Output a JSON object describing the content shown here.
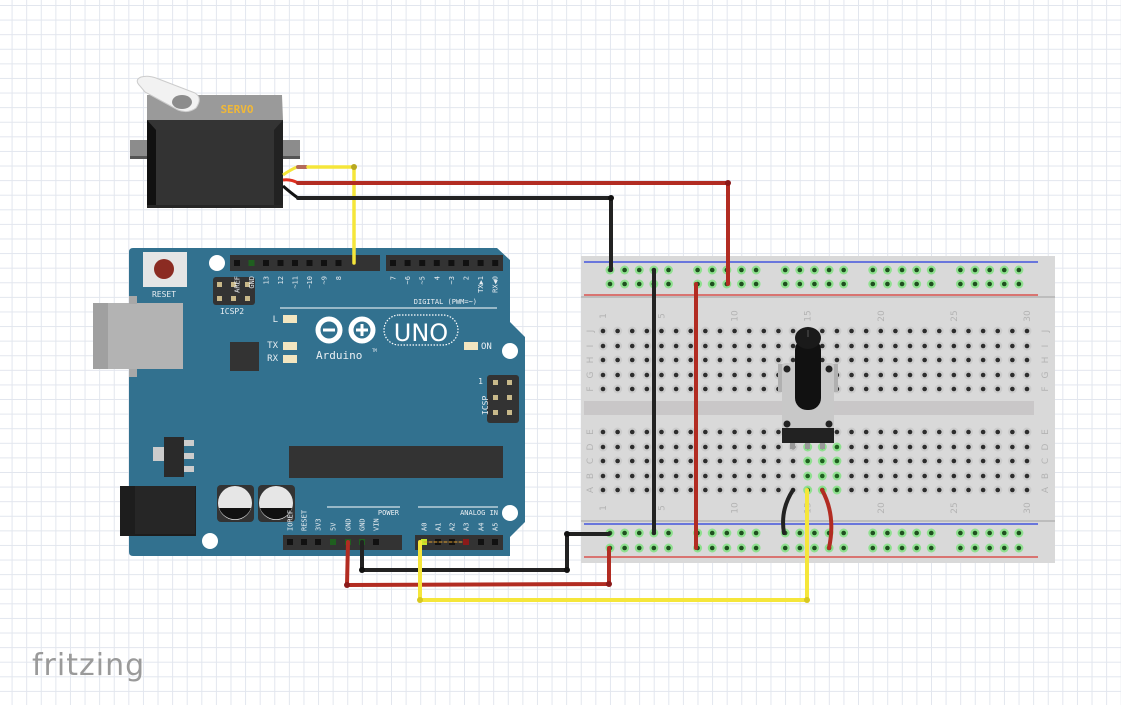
{
  "app": {
    "brand": "fritzing"
  },
  "servo": {
    "label": "SERVO",
    "label_color": "#f0b838",
    "body_color": "#333333"
  },
  "arduino": {
    "board_color": "#32718f",
    "reset_label": "RESET",
    "icsp2_label": "ICSP2",
    "icsp_label": "ICSP",
    "icsp_pin1": "1",
    "logo_text": "Arduino",
    "model": "UNO",
    "tm": "TM",
    "led_labels": {
      "l": "L",
      "tx": "TX",
      "rx": "RX",
      "on": "ON"
    },
    "digital_title": "DIGITAL (PWM=~)",
    "digital_pins": [
      "AREF",
      "GND",
      "13",
      "12",
      "~11",
      "~10",
      "~9",
      "8",
      "7",
      "~6",
      "~5",
      "4",
      "~3",
      "2",
      "TX▶1",
      "RX◀0"
    ],
    "power_title": "POWER",
    "power_pins": [
      "IOREF",
      "RESET",
      "3V3",
      "5V",
      "GND",
      "GND",
      "VIN"
    ],
    "analog_title": "ANALOG IN",
    "analog_pins": [
      "A0",
      "A1",
      "A2",
      "A3",
      "A4",
      "A5"
    ]
  },
  "breadboard": {
    "columns": 30,
    "column_labels": [
      "1",
      "5",
      "10",
      "15",
      "20",
      "25",
      "30"
    ],
    "top_rows": [
      "J",
      "I",
      "H",
      "G",
      "F"
    ],
    "bottom_rows": [
      "E",
      "D",
      "C",
      "B",
      "A"
    ],
    "rail_positive_color": "#d9534f",
    "rail_negative_color": "#4455dd"
  },
  "potentiometer": {
    "pins": 3
  },
  "wires": [
    {
      "name": "servo-signal-to-pin9",
      "color": "#f5e63a",
      "from": "servo signal",
      "to": "Arduino ~9"
    },
    {
      "name": "servo-power-to-rail",
      "color": "#b22c22",
      "from": "servo V+",
      "to": "top + rail"
    },
    {
      "name": "servo-ground-to-rail",
      "color": "#222222",
      "from": "servo GND",
      "to": "top - rail"
    },
    {
      "name": "arduino-5v-to-rail",
      "color": "#b22c22",
      "from": "Arduino 5V",
      "to": "bottom + rail"
    },
    {
      "name": "arduino-gnd-to-rail",
      "color": "#222222",
      "from": "Arduino GND",
      "to": "bottom - rail"
    },
    {
      "name": "a0-to-pot-wiper",
      "color": "#f5e63a",
      "from": "Arduino A0",
      "to": "pot wiper"
    },
    {
      "name": "rail-jumper-ground",
      "color": "#222222",
      "from": "top - rail",
      "to": "bottom - rail"
    },
    {
      "name": "rail-jumper-power",
      "color": "#b22c22",
      "from": "top + rail",
      "to": "bottom + rail"
    },
    {
      "name": "pot-ground",
      "color": "#222222",
      "from": "pot pin 1",
      "to": "bottom - rail"
    },
    {
      "name": "pot-power",
      "color": "#b22c22",
      "from": "pot pin 3",
      "to": "bottom + rail"
    }
  ]
}
